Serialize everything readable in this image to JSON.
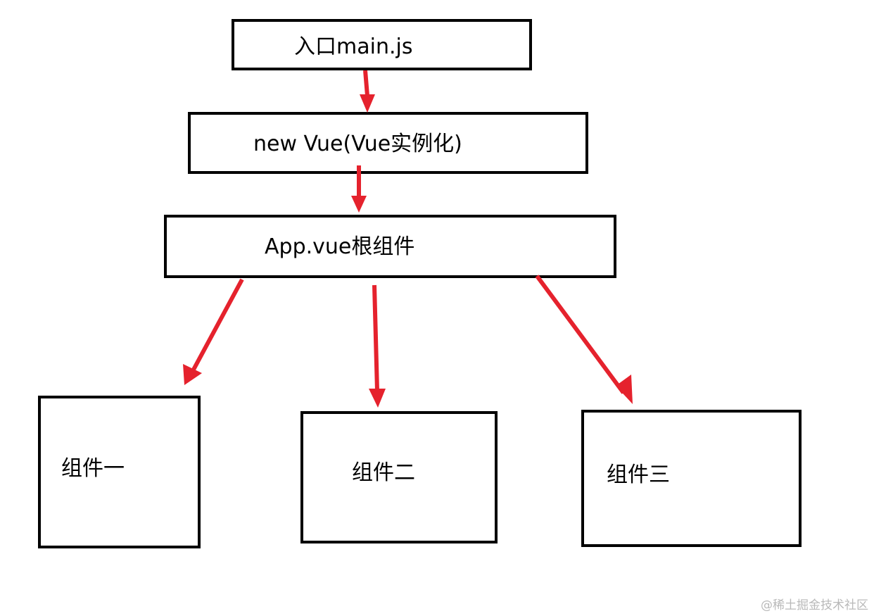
{
  "diagram": {
    "nodes": {
      "entry": "入口main.js",
      "vue_instance": "new Vue(Vue实例化)",
      "root": "App.vue根组件",
      "component_one": "组件一",
      "component_two": "组件二",
      "component_three": "组件三"
    },
    "colors": {
      "arrow": "#e5222d",
      "border": "#000000",
      "text": "#000000",
      "background": "#ffffff",
      "watermark": "#b9b9b9"
    }
  },
  "watermark": "@稀土掘金技术社区"
}
